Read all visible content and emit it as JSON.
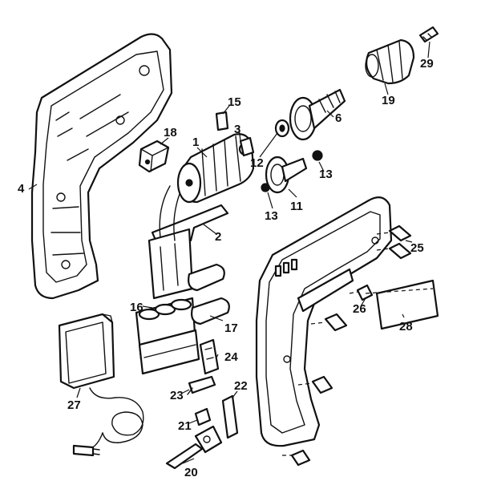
{
  "diagram": {
    "labels": {
      "p1": "1",
      "p2": "2",
      "p3": "3",
      "p4": "4",
      "p6": "6",
      "p11": "11",
      "p12": "12",
      "p13a": "13",
      "p13b": "13",
      "p15": "15",
      "p16": "16",
      "p17": "17",
      "p18": "18",
      "p19": "19",
      "p20": "20",
      "p21": "21",
      "p22": "22",
      "p23": "23",
      "p24": "24",
      "p25": "25",
      "p26": "26",
      "p27": "27",
      "p28": "28",
      "p29": "29"
    }
  }
}
